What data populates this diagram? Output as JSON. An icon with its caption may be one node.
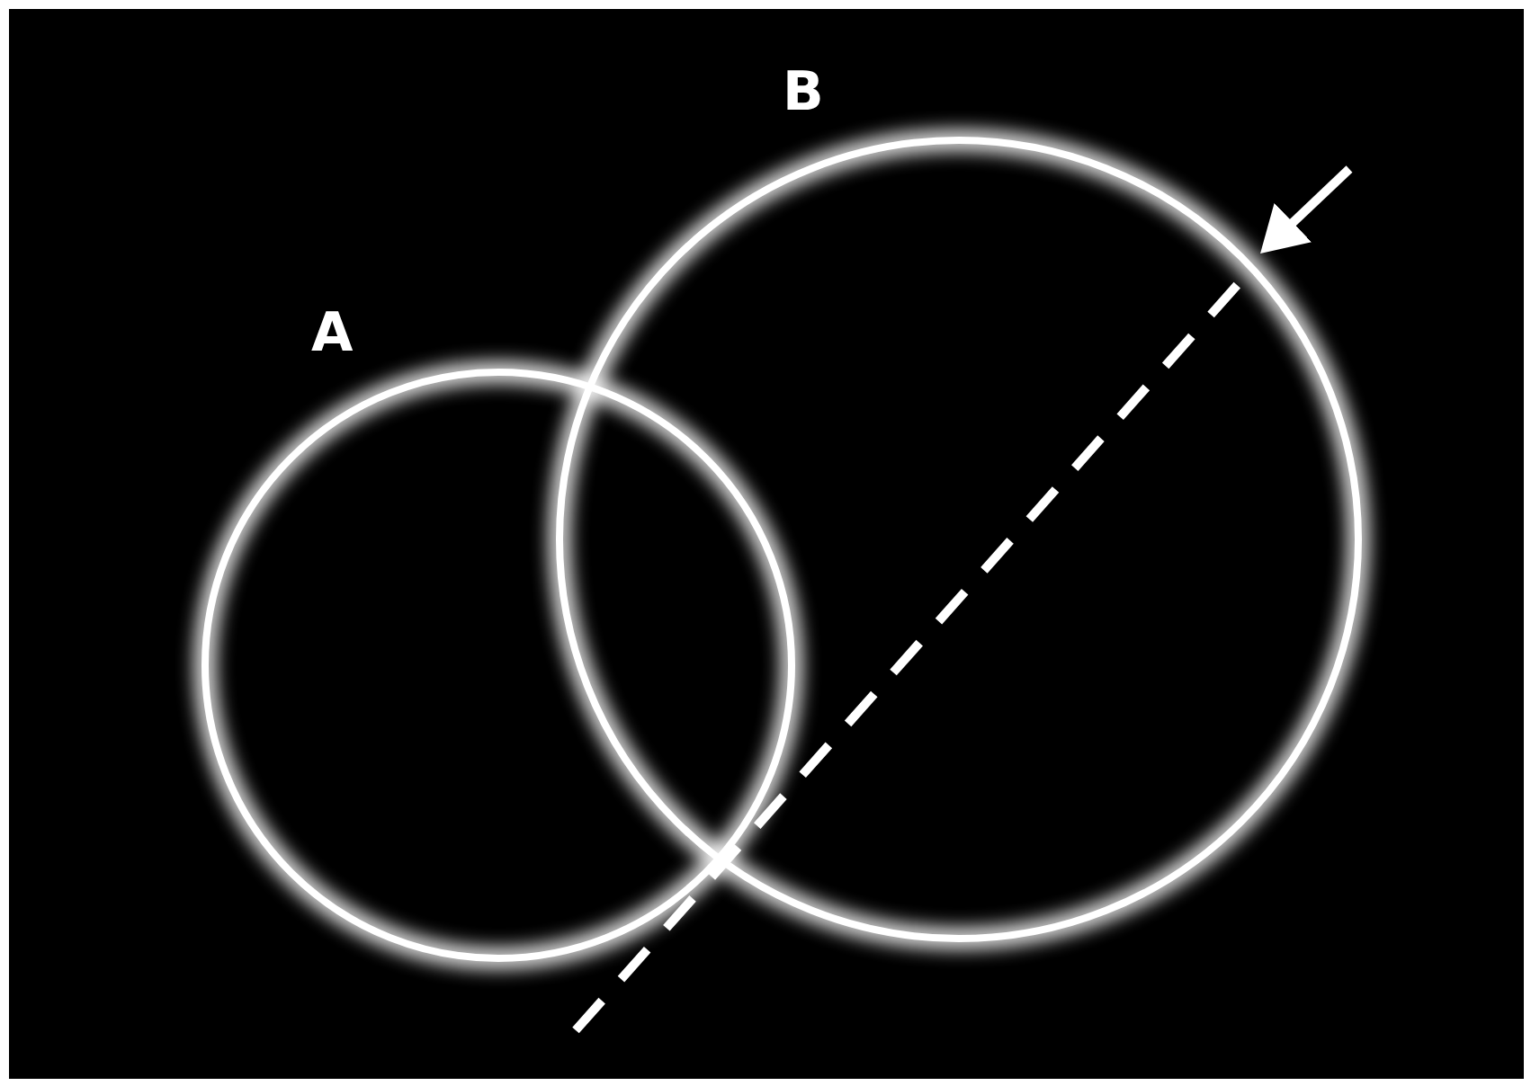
{
  "diagram": {
    "nodes": [
      {
        "text": [
          "A"
        ]
      },
      {
        "text": [
          "B"
        ]
      }
    ],
    "edges": [
      {
        "from": null,
        "to": 1,
        "arrow": "to"
      }
    ]
  }
}
